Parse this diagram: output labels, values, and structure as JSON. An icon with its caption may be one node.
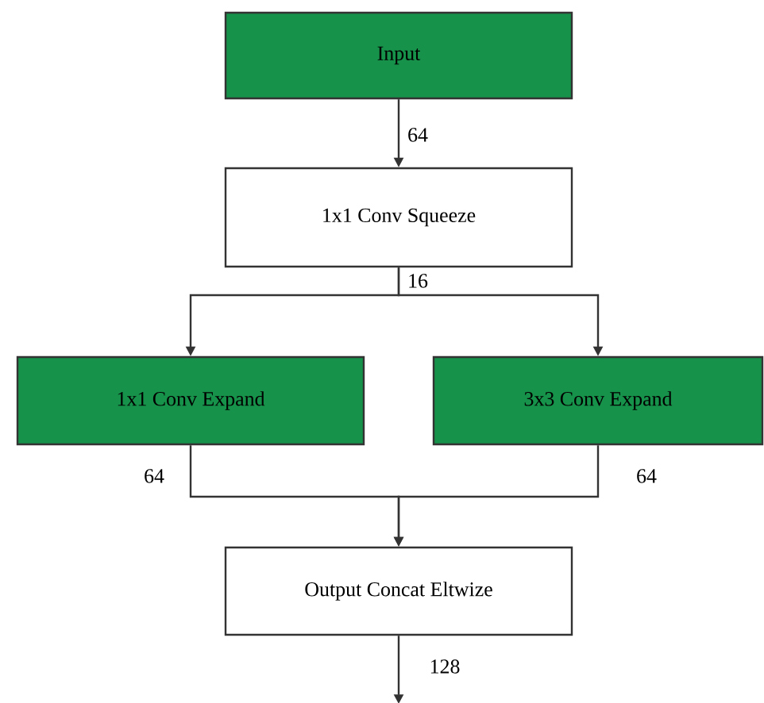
{
  "diagram": {
    "nodes": [
      {
        "text": [
          "Input"
        ]
      },
      {
        "text": [
          "1x1 Conv Squeeze"
        ]
      },
      {
        "text": [
          "1x1 Conv Expand"
        ]
      },
      {
        "text": [
          "3x3 Conv Expand"
        ]
      },
      {
        "text": [
          "Output Concat Eltwize"
        ]
      }
    ],
    "edges": [
      {
        "from": 0,
        "to": 1,
        "arrow": "to",
        "label": "64"
      },
      {
        "from": 1,
        "to": 2,
        "arrow": "to",
        "label": "16"
      },
      {
        "from": 1,
        "to": 3,
        "arrow": "to"
      },
      {
        "from": 2,
        "to": 4,
        "arrow": "to",
        "label": "64"
      },
      {
        "from": 3,
        "to": 4,
        "arrow": "to",
        "label": "64"
      },
      {
        "from": 4,
        "to": null,
        "arrow": "to",
        "label": "128"
      }
    ]
  }
}
